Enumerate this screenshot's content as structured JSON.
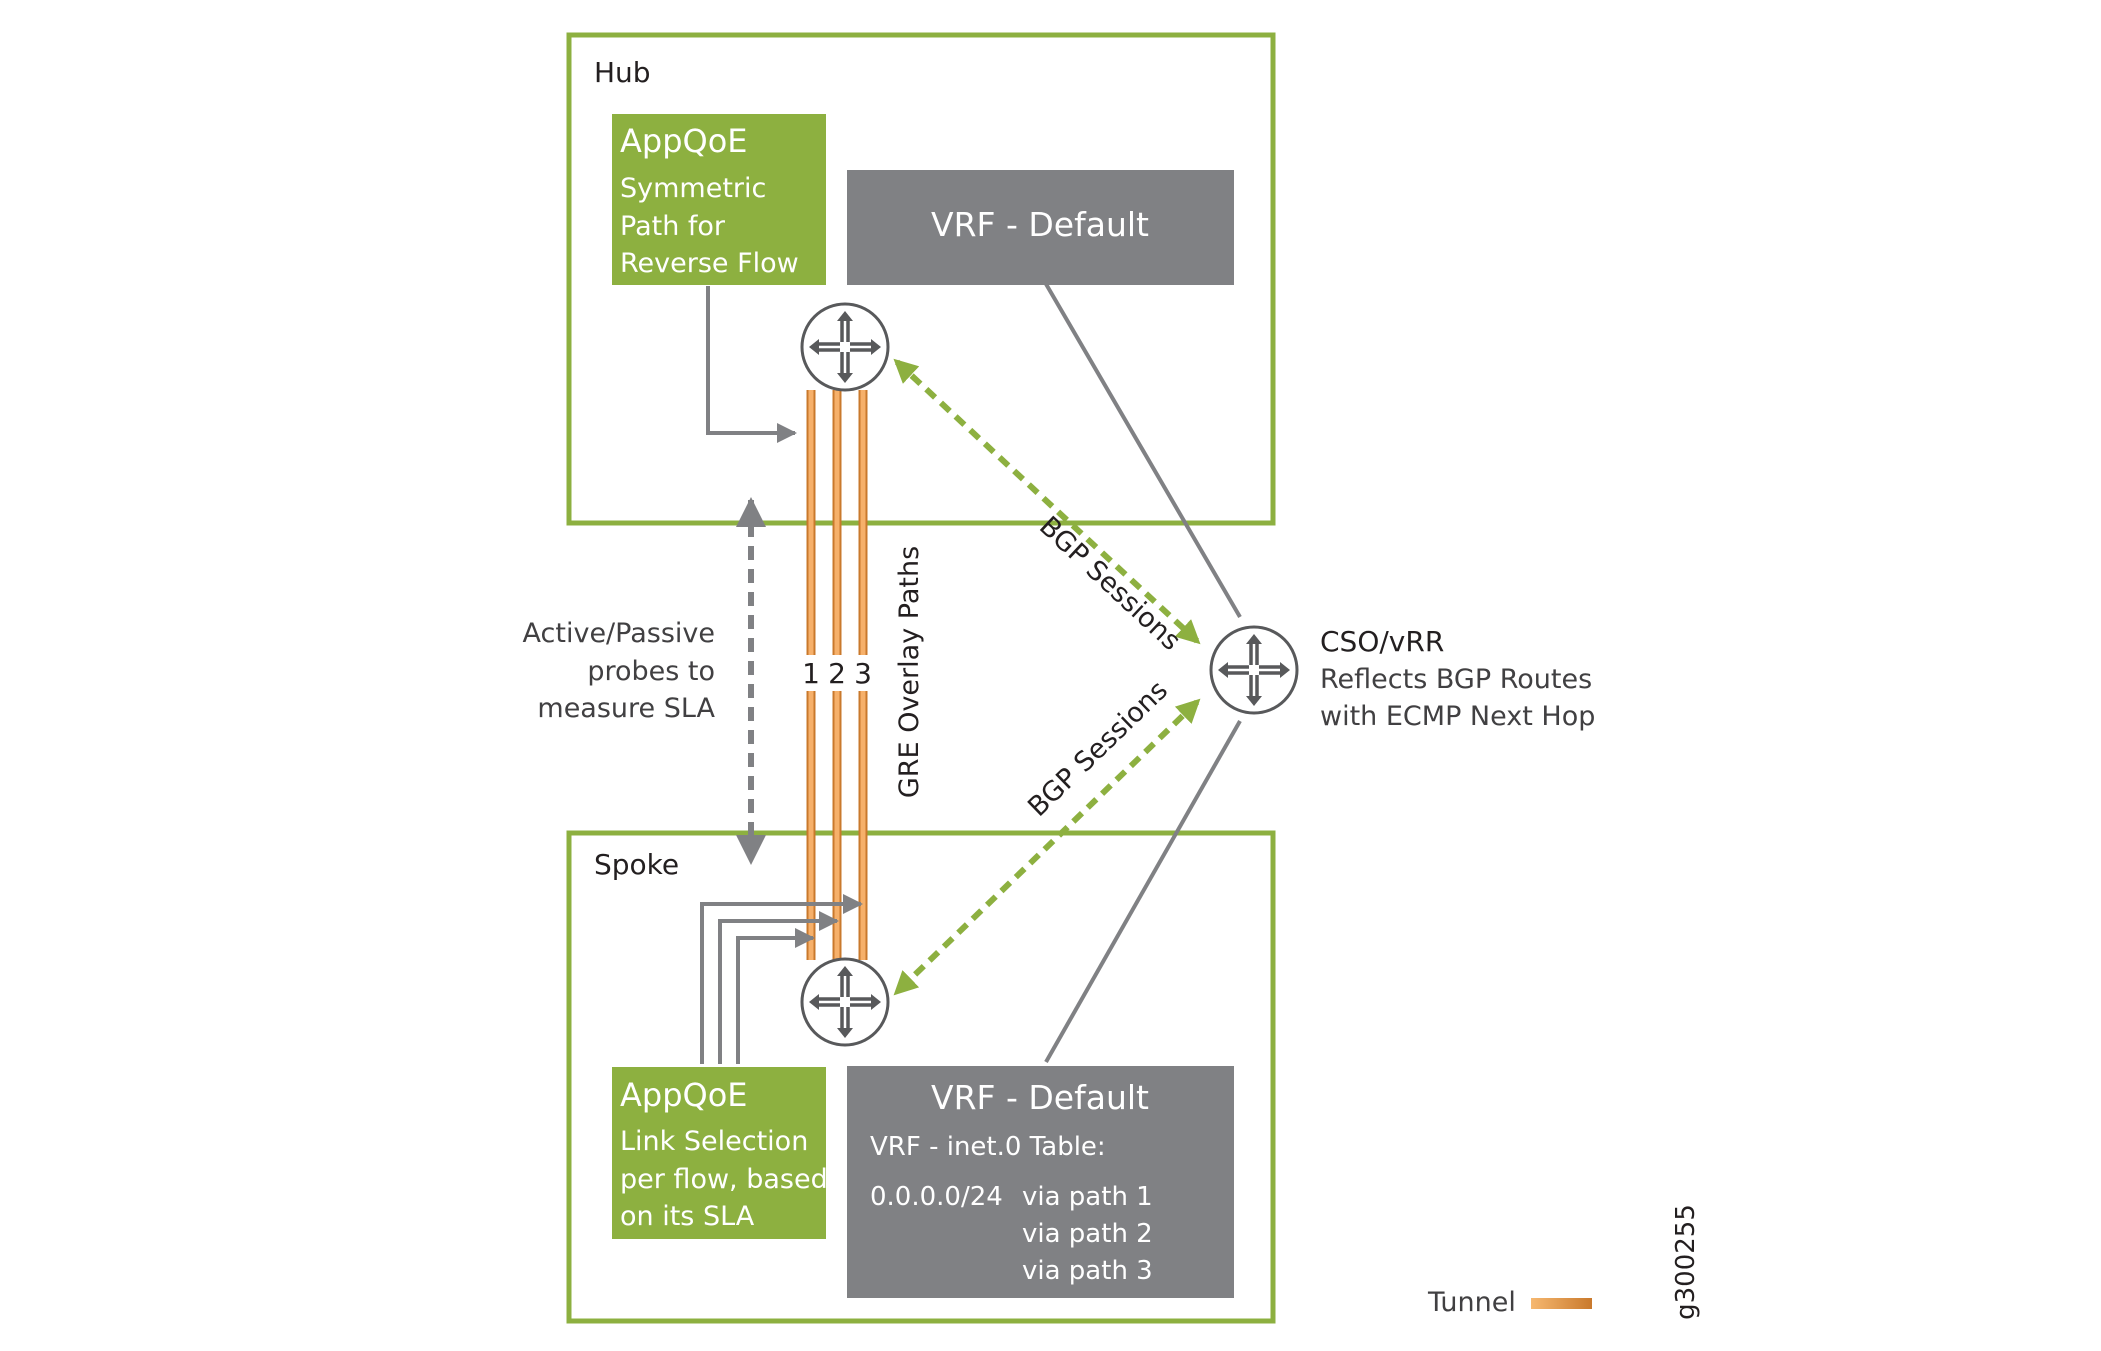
{
  "hub": {
    "title": "Hub",
    "appqoe": {
      "title": "AppQoE",
      "lines": [
        "Symmetric",
        "Path for",
        "Reverse Flow"
      ]
    },
    "vrf": {
      "title": "VRF - Default"
    }
  },
  "spoke": {
    "title": "Spoke",
    "appqoe": {
      "title": "AppQoE",
      "lines": [
        "Link Selection",
        "per flow, based",
        "on its SLA"
      ]
    },
    "vrf": {
      "title": "VRF - Default",
      "table_label": "VRF - inet.0 Table:",
      "prefix": "0.0.0.0/24",
      "routes": [
        "via path 1",
        "via path 2",
        "via path 3"
      ]
    }
  },
  "cso": {
    "title": "CSO/vRR",
    "lines": [
      "Reflects BGP Routes",
      "with ECMP Next Hop"
    ]
  },
  "probes": {
    "lines": [
      "Active/Passive",
      "probes to",
      "measure SLA"
    ]
  },
  "tunnels": {
    "label": "GRE Overlay Paths",
    "numbers": [
      "1",
      "2",
      "3"
    ]
  },
  "bgp": {
    "upper_label": "BGP Sessions",
    "lower_label": "BGP Sessions"
  },
  "legend": {
    "tunnel_label": "Tunnel"
  },
  "figure_id": "g300255",
  "colors": {
    "frame_green": "#8db040",
    "appqoe_green": "#8db040",
    "vrf_gray": "#808184",
    "tunnel_orange": "#f0a04e",
    "tunnel_dark": "#c9792c",
    "bgp_green": "#8db040",
    "line_gray": "#808184",
    "router_stroke": "#58595b"
  }
}
